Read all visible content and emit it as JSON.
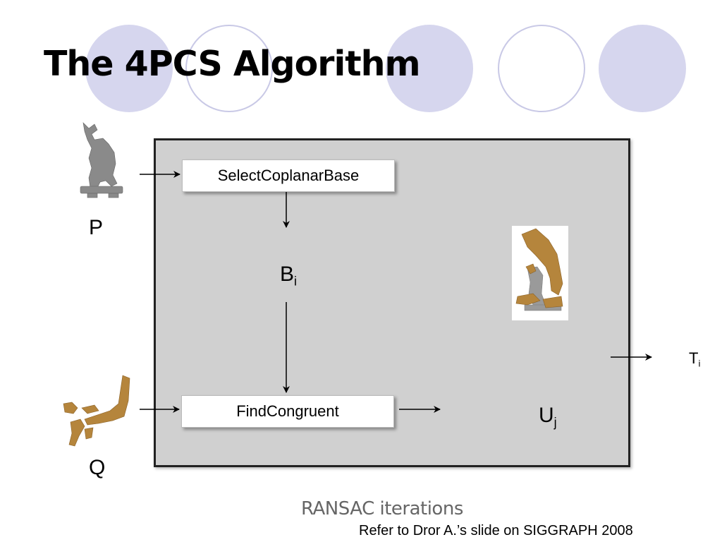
{
  "slide": {
    "title": "The 4PCS Algorithm"
  },
  "diagram": {
    "input_p_label": "P",
    "input_q_label": "Q",
    "step_select": "SelectCoplanarBase",
    "step_find": "FindCongruent",
    "base_symbol": "B",
    "base_subscript": "i",
    "candidate_symbol": "U",
    "candidate_subscript": "j",
    "output_symbol": "T",
    "output_subscript": "i",
    "loop_caption": "RANSAC iterations"
  },
  "footer": {
    "credit": "Refer to Dror A.’s slide on SIGGRAPH 2008"
  },
  "colors": {
    "circle_fill": "#d6d6ee",
    "circle_ring": "#c9c9e6",
    "panel": "#d0d0d0",
    "model_p": "#8a8a8a",
    "model_q": "#b5853c"
  },
  "icons": {
    "model_p": "statue-point-cloud-gray",
    "model_q": "statue-fragments-brown",
    "registered": "aligned-statue-thumbnail"
  }
}
